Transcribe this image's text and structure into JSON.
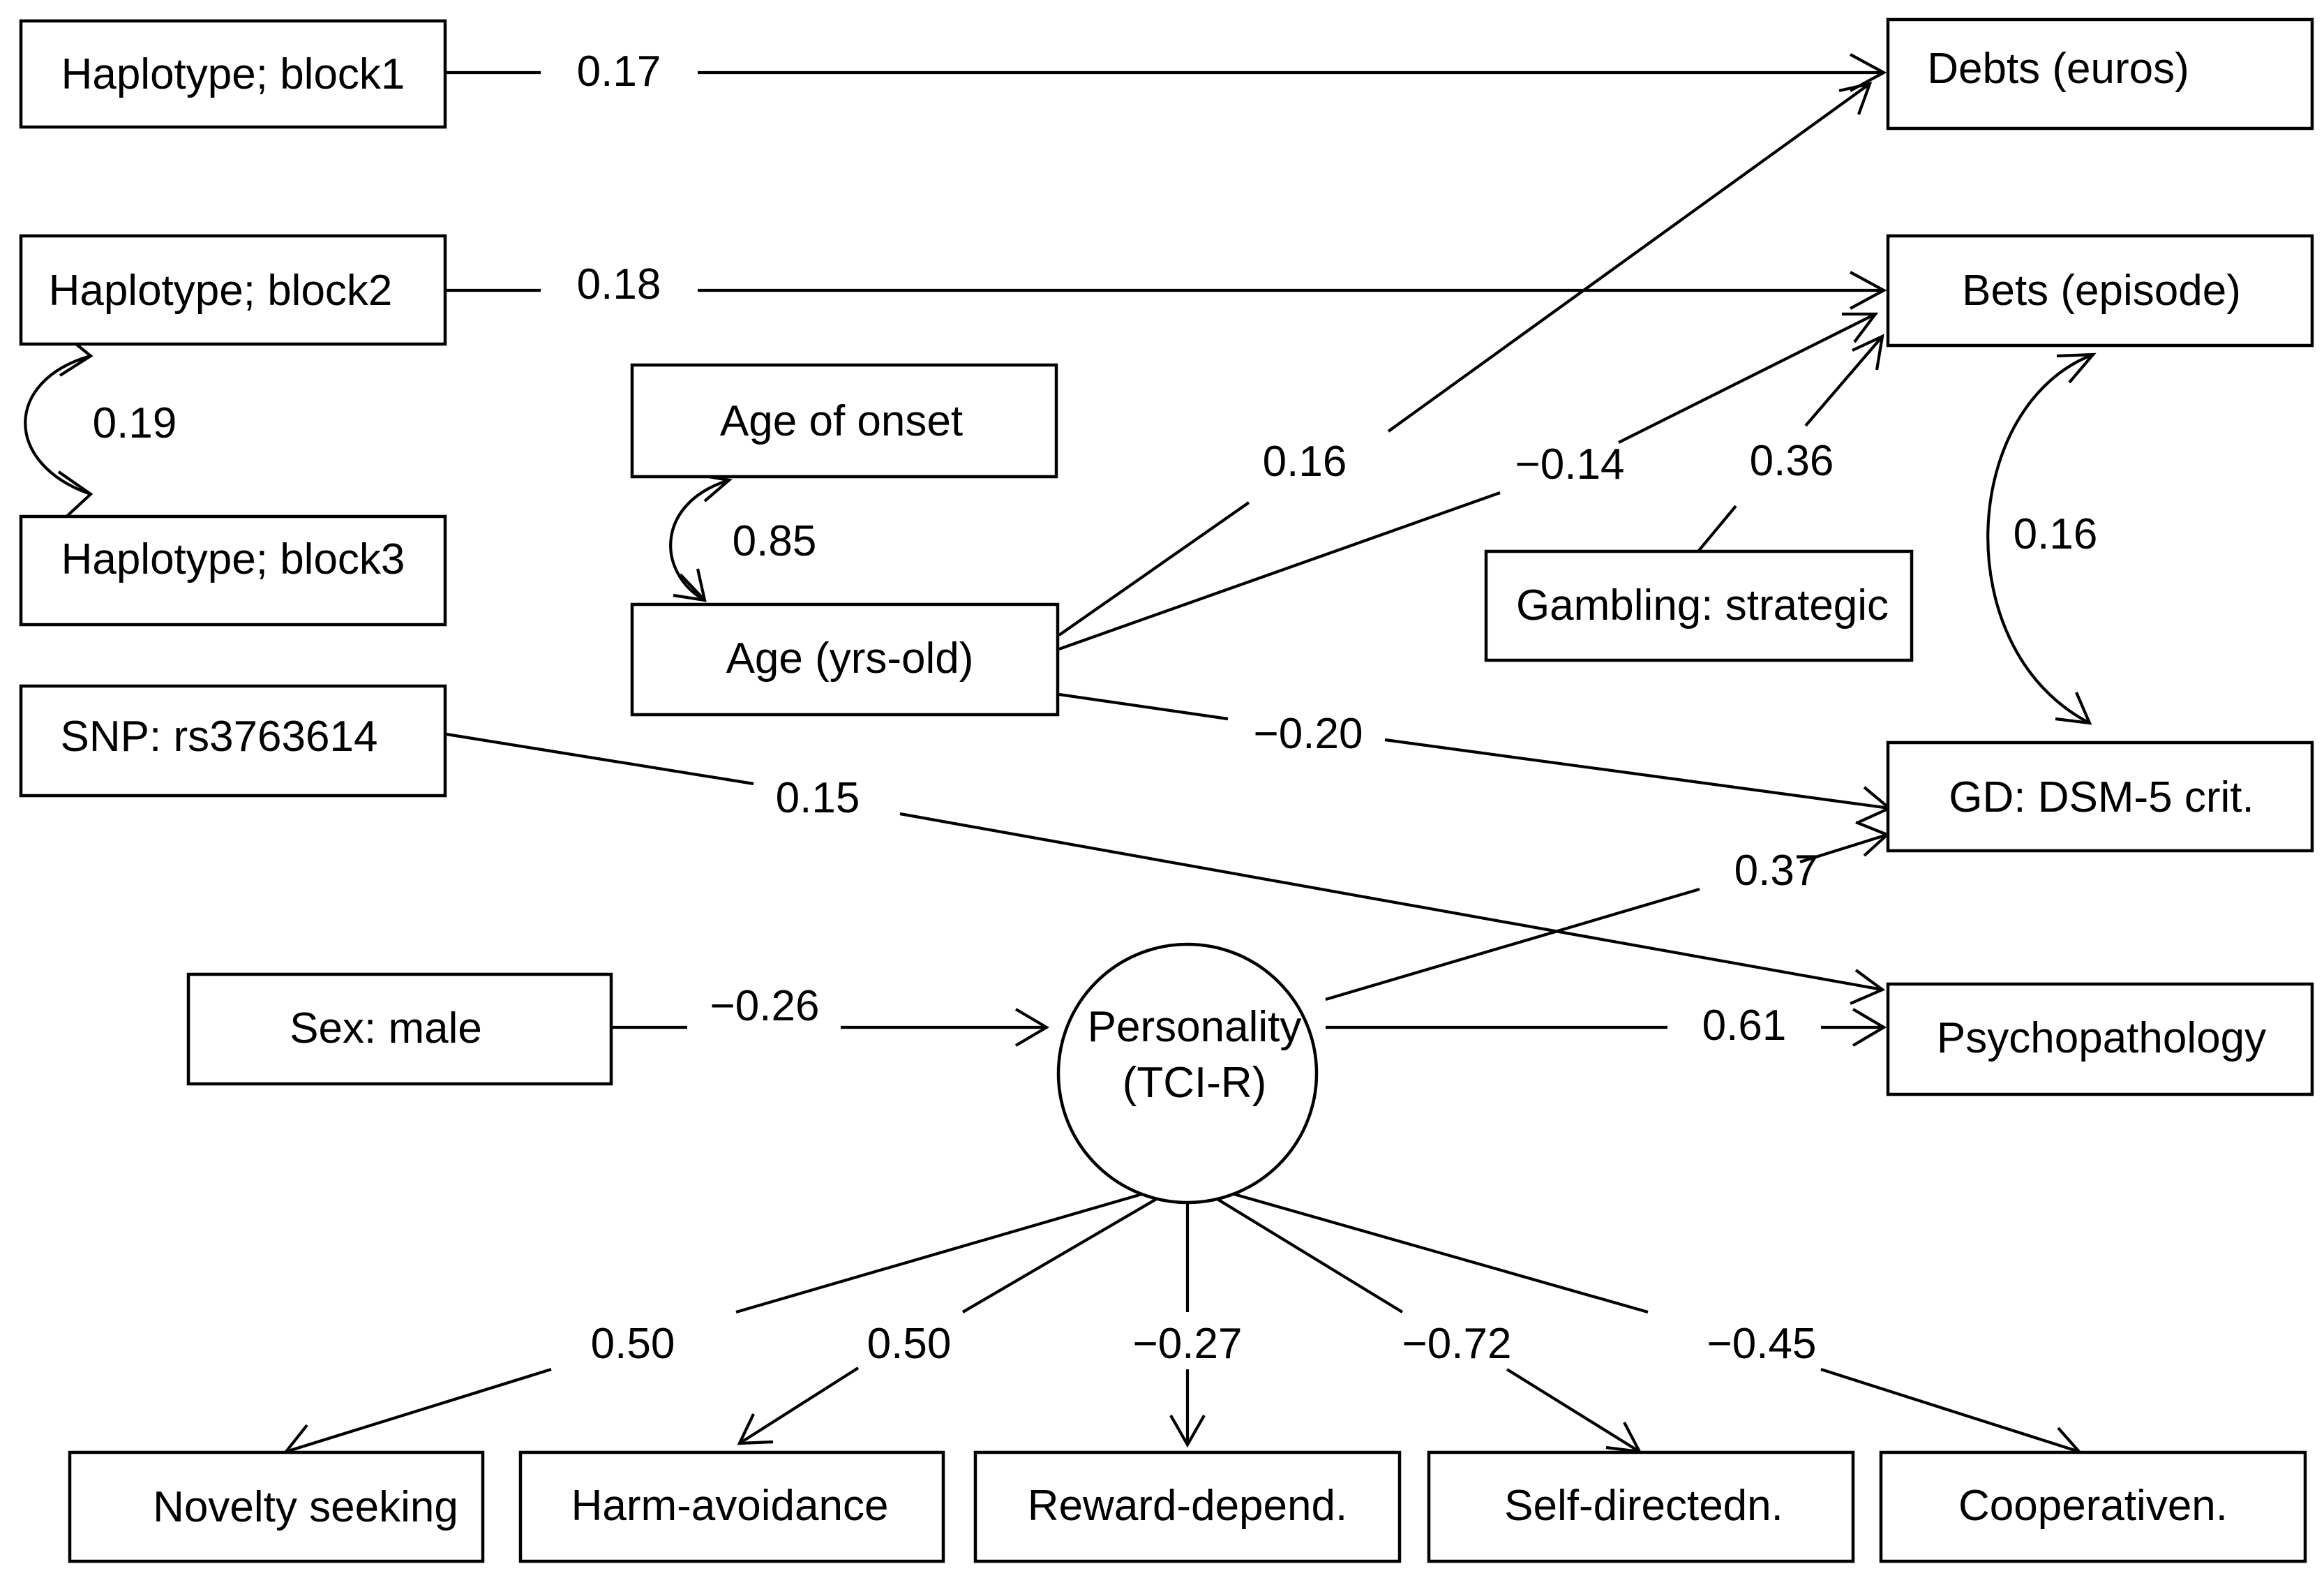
{
  "nodes": {
    "hap1": "Haplotype; block1",
    "hap2": "Haplotype; block2",
    "hap3": "Haplotype; block3",
    "age_onset": "Age of onset",
    "age": "Age (yrs-old)",
    "snp": "SNP: rs3763614",
    "sex": "Sex: male",
    "personality_line1": "Personality",
    "personality_line2": "(TCI-R)",
    "gambling": "Gambling: strategic",
    "debts": "Debts (euros)",
    "bets": "Bets (episode)",
    "gd": "GD: DSM-5 crit.",
    "psycho": "Psychopathology",
    "novelty": "Novelty seeking",
    "harm": "Harm-avoidance",
    "reward": "Reward-depend.",
    "selfdir": "Self-directedn.",
    "coop": "Cooperativen."
  },
  "coefficients": {
    "hap1_debts": "0.17",
    "hap2_bets": "0.18",
    "hap2_hap3": "0.19",
    "onset_age": "0.85",
    "age_debts": "0.16",
    "age_bets": "−0.14",
    "gambling_bets": "0.36",
    "bets_gd": "0.16",
    "age_gd": "−0.20",
    "snp_psycho": "0.15",
    "pers_gd": "0.37",
    "sex_pers": "−0.26",
    "pers_psycho": "0.61",
    "pers_novelty": "0.50",
    "pers_harm": "0.50",
    "pers_reward": "−0.27",
    "pers_selfdir": "−0.72",
    "pers_coop": "−0.45"
  }
}
